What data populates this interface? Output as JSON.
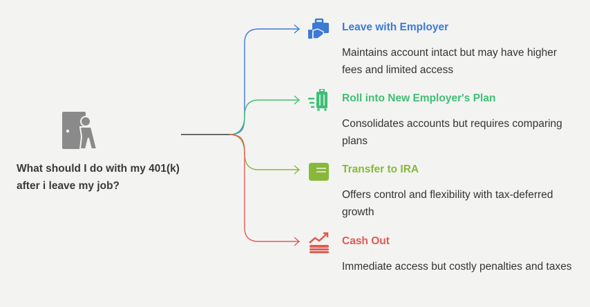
{
  "root": {
    "question": "What should I do with my 401(k) after i leave my job?",
    "icon": "person-exiting-door-icon",
    "icon_color": "#8a8a8a"
  },
  "branches": [
    {
      "title": "Leave with Employer",
      "description": "Maintains account intact but may have higher fees and limited access",
      "color": "#3b7ad6",
      "icon": "briefcase-hand-icon"
    },
    {
      "title": "Roll into New Employer's Plan",
      "description": "Consolidates accounts but requires comparing plans",
      "color": "#3fbf73",
      "icon": "rolling-suitcase-icon"
    },
    {
      "title": "Transfer to IRA",
      "description": "Offers control and flexibility with tax-deferred growth",
      "color": "#88b83a",
      "icon": "scroll-document-icon"
    },
    {
      "title": "Cash Out",
      "description": "Immediate access but costly penalties and taxes",
      "color": "#e25a52",
      "icon": "rising-chart-coins-icon"
    }
  ],
  "connector_color": "#3a3a3a"
}
